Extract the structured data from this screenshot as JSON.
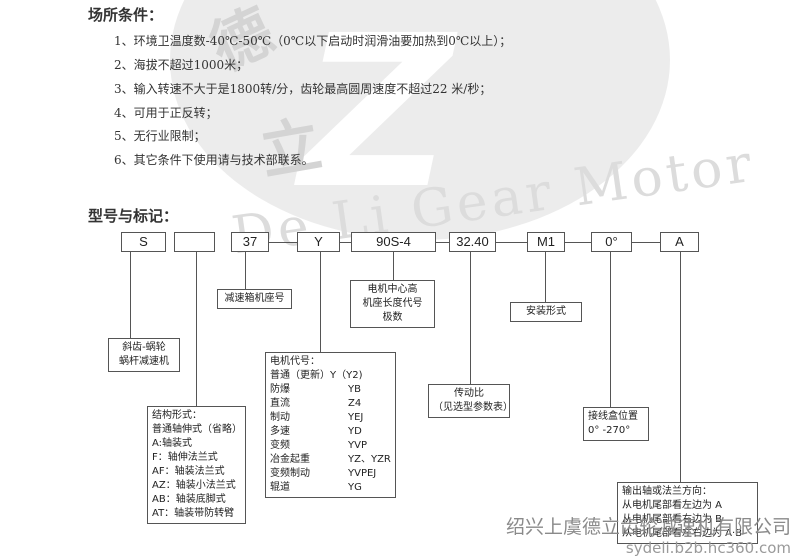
{
  "conditions": {
    "title": "场所条件：",
    "items": [
      "1、环境卫温度数-40℃-50℃（0℃以下启动时润滑油要加热到0℃以上）；",
      "2、海拔不超过1000米；",
      "3、输入转速不大于是1800转/分，齿轮最高圆周速度不超过22 米/秒；",
      "4、可用于正反转；",
      "5、无行业限制；",
      "6、其它条件下使用请与技术部联系。"
    ]
  },
  "model": {
    "title": "型号与标记：",
    "codes": [
      "S",
      "",
      "37",
      "Y",
      "90S-4",
      "32.40",
      "M1",
      "0°",
      "A"
    ]
  },
  "labels": {
    "worm": [
      "斜齿-蜗轮",
      "蜗杆减速机"
    ],
    "base": "减速箱机座号",
    "motor_center": [
      "电机中心高",
      "机座长度代号",
      "极数"
    ],
    "mount": "安装形式",
    "ratio": [
      "传动比",
      "（见选型参数表）"
    ],
    "junction": [
      "接线盒位置",
      "0°  -270°"
    ],
    "motor": {
      "title": "电机代号：",
      "rows": [
        [
          "普通（更新）Y（Y2)",
          ""
        ],
        [
          "防爆",
          "YB"
        ],
        [
          "直流",
          "Z4"
        ],
        [
          "制动",
          "YEJ"
        ],
        [
          "多速",
          "YD"
        ],
        [
          "变频",
          "YVP"
        ],
        [
          "冶金起重",
          "YZ、YZR"
        ],
        [
          "变频制动",
          "YVPEJ"
        ],
        [
          "辊道",
          "YG"
        ]
      ]
    },
    "structure": {
      "title": "结构形式：",
      "items": [
        "普通轴伸式（省略）",
        "A:轴装式",
        "F：轴伸法兰式",
        "AF：轴装法兰式",
        "AZ：轴装小法兰式",
        "AB：轴装底脚式",
        "AT：轴装带防转臂"
      ]
    },
    "shaft": {
      "title": "输出轴或法兰方向：",
      "items": [
        "从电机尾部看左边为  A",
        "从电机尾部看右边为  B",
        "从电机尾部看左右边为 A·B"
      ]
    }
  },
  "watermark": {
    "chars": [
      "德",
      "立"
    ],
    "arc_text": "De Li Gear Motor"
  },
  "footer": {
    "company": "绍兴上虞德立齿轮减速机有限公司",
    "url": "sydeli.b2b.hc360.com"
  }
}
